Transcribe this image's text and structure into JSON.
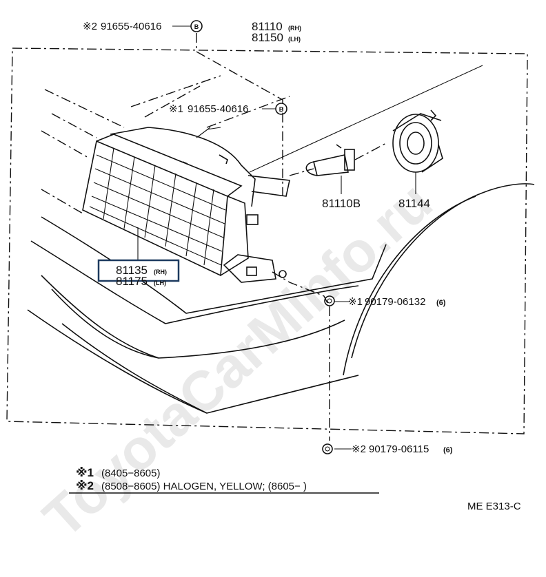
{
  "callouts": {
    "top_fastener": {
      "mark": "※2",
      "part": "91655-40616"
    },
    "mid_fastener": {
      "mark": "※1",
      "part": "91655-40616"
    },
    "headlamp_rh": {
      "part": "81110",
      "side": "(RH)"
    },
    "headlamp_lh": {
      "part": "81150",
      "side": "(LH)"
    },
    "bulb": {
      "part": "81110B"
    },
    "socket": {
      "part": "81144"
    },
    "housing_rh": {
      "part": "81135",
      "side": "(RH)"
    },
    "housing_lh": {
      "part": "81175",
      "side": "(LH)"
    },
    "nut_upper": {
      "mark": "※1",
      "part": "90179-06132",
      "qty": "(6)"
    },
    "nut_lower": {
      "mark": "※2",
      "part": "90179-06115",
      "qty": "(6)"
    }
  },
  "legend": [
    {
      "mark": "※1",
      "text": "(8405−8605)"
    },
    {
      "mark": "※2",
      "text": "(8508−8605) HALOGEN, YELLOW;  (8605−          )"
    }
  ],
  "fastener_symbol": "B",
  "diagram_code": "ME E313-C",
  "watermark": "ToyotaCarMinfo.ru"
}
